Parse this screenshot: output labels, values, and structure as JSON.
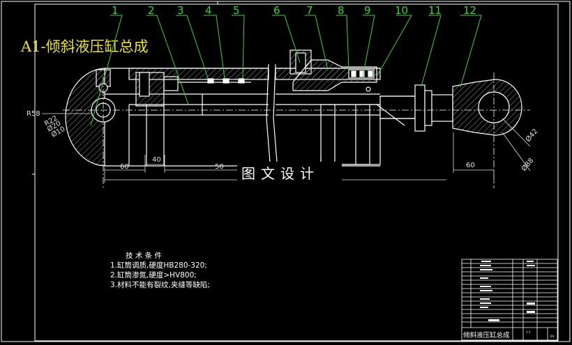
{
  "drawing": {
    "title": "A1-倾斜液压缸总成",
    "center_label": "图文设计",
    "callouts": [
      "1",
      "2",
      "3",
      "4",
      "5",
      "6",
      "7",
      "8",
      "9",
      "10",
      "11",
      "12"
    ],
    "dimensions": {
      "r58": "R58",
      "r22": "R22",
      "d20": "Ø20",
      "d10": "Ø10",
      "len_60_left": "60",
      "len_40": "40",
      "len_50": "50",
      "len_60_right": "60",
      "d42": "Ø42",
      "d88": "Ø88"
    },
    "tech_notes": {
      "heading": "技 术 条 件",
      "lines": [
        "1.缸筒调质,硬度HB280-320;",
        "2.缸筒渗氮,硬度>HV800;",
        "3.材料不能有裂纹,夹缝等缺陷;"
      ]
    },
    "title_block": {
      "name": "倾斜液压缸总成",
      "scale": "1:1",
      "sheet": "04"
    },
    "colors": {
      "background": "#000000",
      "outline": "#ffffff",
      "callout": "#40d040",
      "title": "#e8e040",
      "hatch": "#9a9a9a",
      "dim": "#e0e0e0"
    }
  }
}
